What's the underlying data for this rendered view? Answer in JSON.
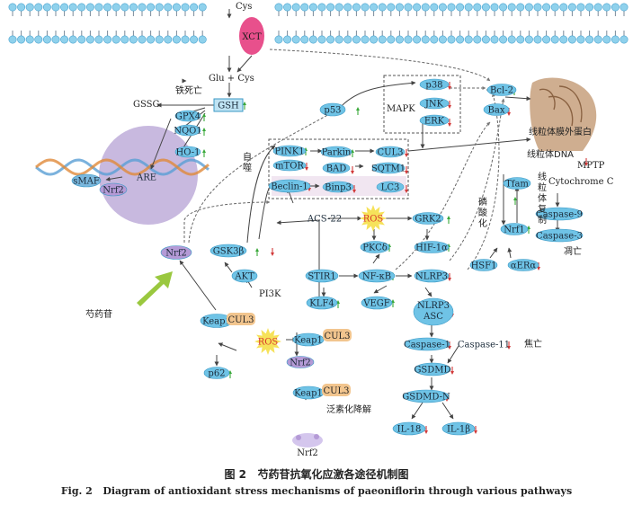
{
  "membrane": {
    "xct": "XCT",
    "cys_top": "Cys"
  },
  "labels": {
    "glu_cys": "Glu + Cys",
    "ferroptosis": "铁死亡",
    "gssg": "GSSG",
    "autophagy": "自噬",
    "pi3k": "PI3K",
    "paeoniflorin": "芍药苷",
    "phosphorylation": "磷酸化",
    "mito_replication": "线粒体复制",
    "ubiquitination": "泛素化降解",
    "pyroptosis": "焦亡",
    "apoptosis": "凋亡",
    "mito_membrane_protein": "线粒体膜外蛋白",
    "mito_dna": "线粒体DNA",
    "mptp": "MPTP",
    "cytochrome_c": "Cytochrome C",
    "mapk": "MAPK"
  },
  "nodes": {
    "gsh": "GSH",
    "gpx4": "GPX4",
    "nqo1": "NQO1",
    "ho1": "HO-1",
    "are": "ARE",
    "smaf": "sMAF",
    "nrf2_nucleus": "Nrf2",
    "nrf2_cyto": "Nrf2",
    "gsk3b": "GSK3β",
    "akt": "AKT",
    "p53": "p53",
    "p38": "p38",
    "jnk": "JNK",
    "erk": "ERK",
    "pink1": "PINK1",
    "mtor": "mTOR",
    "beclin1": "Beclin-1",
    "parkin": "Parkin",
    "bad": "BAD",
    "binp3": "Binp3",
    "cul3_a": "CUL3",
    "sqtm1": "SQTM1",
    "lc3": "LC3",
    "bcl2": "Bcl-2",
    "bax": "Bax",
    "acs22": "ACS-22",
    "ros_center": "ROS",
    "grk2": "GRK2",
    "pkcd": "PKCδ",
    "hif1a": "HIF-1α",
    "stir1": "STIR1",
    "nfkb": "NF-κB",
    "nlrp3": "NLRP3",
    "klf4": "KLF4",
    "vegf": "VEGF",
    "nlrp3_asc_top": "NLRP3",
    "nlrp3_asc_bottom": "ASC",
    "caspase1": "Caspase-1",
    "caspase11": "Caspase-11",
    "gsdmd": "GSDMD",
    "gsdmd_n": "GSDMD-N",
    "il18": "IL-18",
    "il1b": "IL-1β",
    "tfam": "Tfam",
    "nrf1": "Nrf1",
    "hsf1": "HSF1",
    "erra": "αERα",
    "caspase9": "Caspase-9",
    "caspase3": "Caspase-3",
    "keap1_left": "Keap1",
    "cul3_left": "CUL3",
    "p62": "p62",
    "ros_left": "ROS",
    "keap1_mid": "Keap1",
    "cul3_mid": "CUL3",
    "nrf2_mid": "Nrf2",
    "keap1_low": "Keap1",
    "cul3_low": "CUL3",
    "nrf2_degraded": "Nrf2"
  },
  "caption": {
    "zh": "图 2   芍药苷抗氧化应激各途径机制图",
    "en": "Fig. 2   Diagram of antioxidant stress mechanisms of paeoniflorin through various pathways"
  },
  "colors": {
    "node_fill": "#6fc3e6",
    "node_stroke": "#3b9ac6",
    "nrf2_fill": "#b49ad6",
    "cul3_fill": "#f2c58e",
    "xct_fill": "#e8508c",
    "nucleus_fill": "#9b7fc4",
    "mito_fill": "#c7a07c",
    "ros_fill": "#f6e25a",
    "arrow_green": "#9ac83f",
    "up_arrow": "#3aa83a",
    "down_arrow": "#d23a3a",
    "lipid_head": "#8fd1ec",
    "dna_a": "#5a9fd4",
    "dna_b": "#e0893a"
  }
}
